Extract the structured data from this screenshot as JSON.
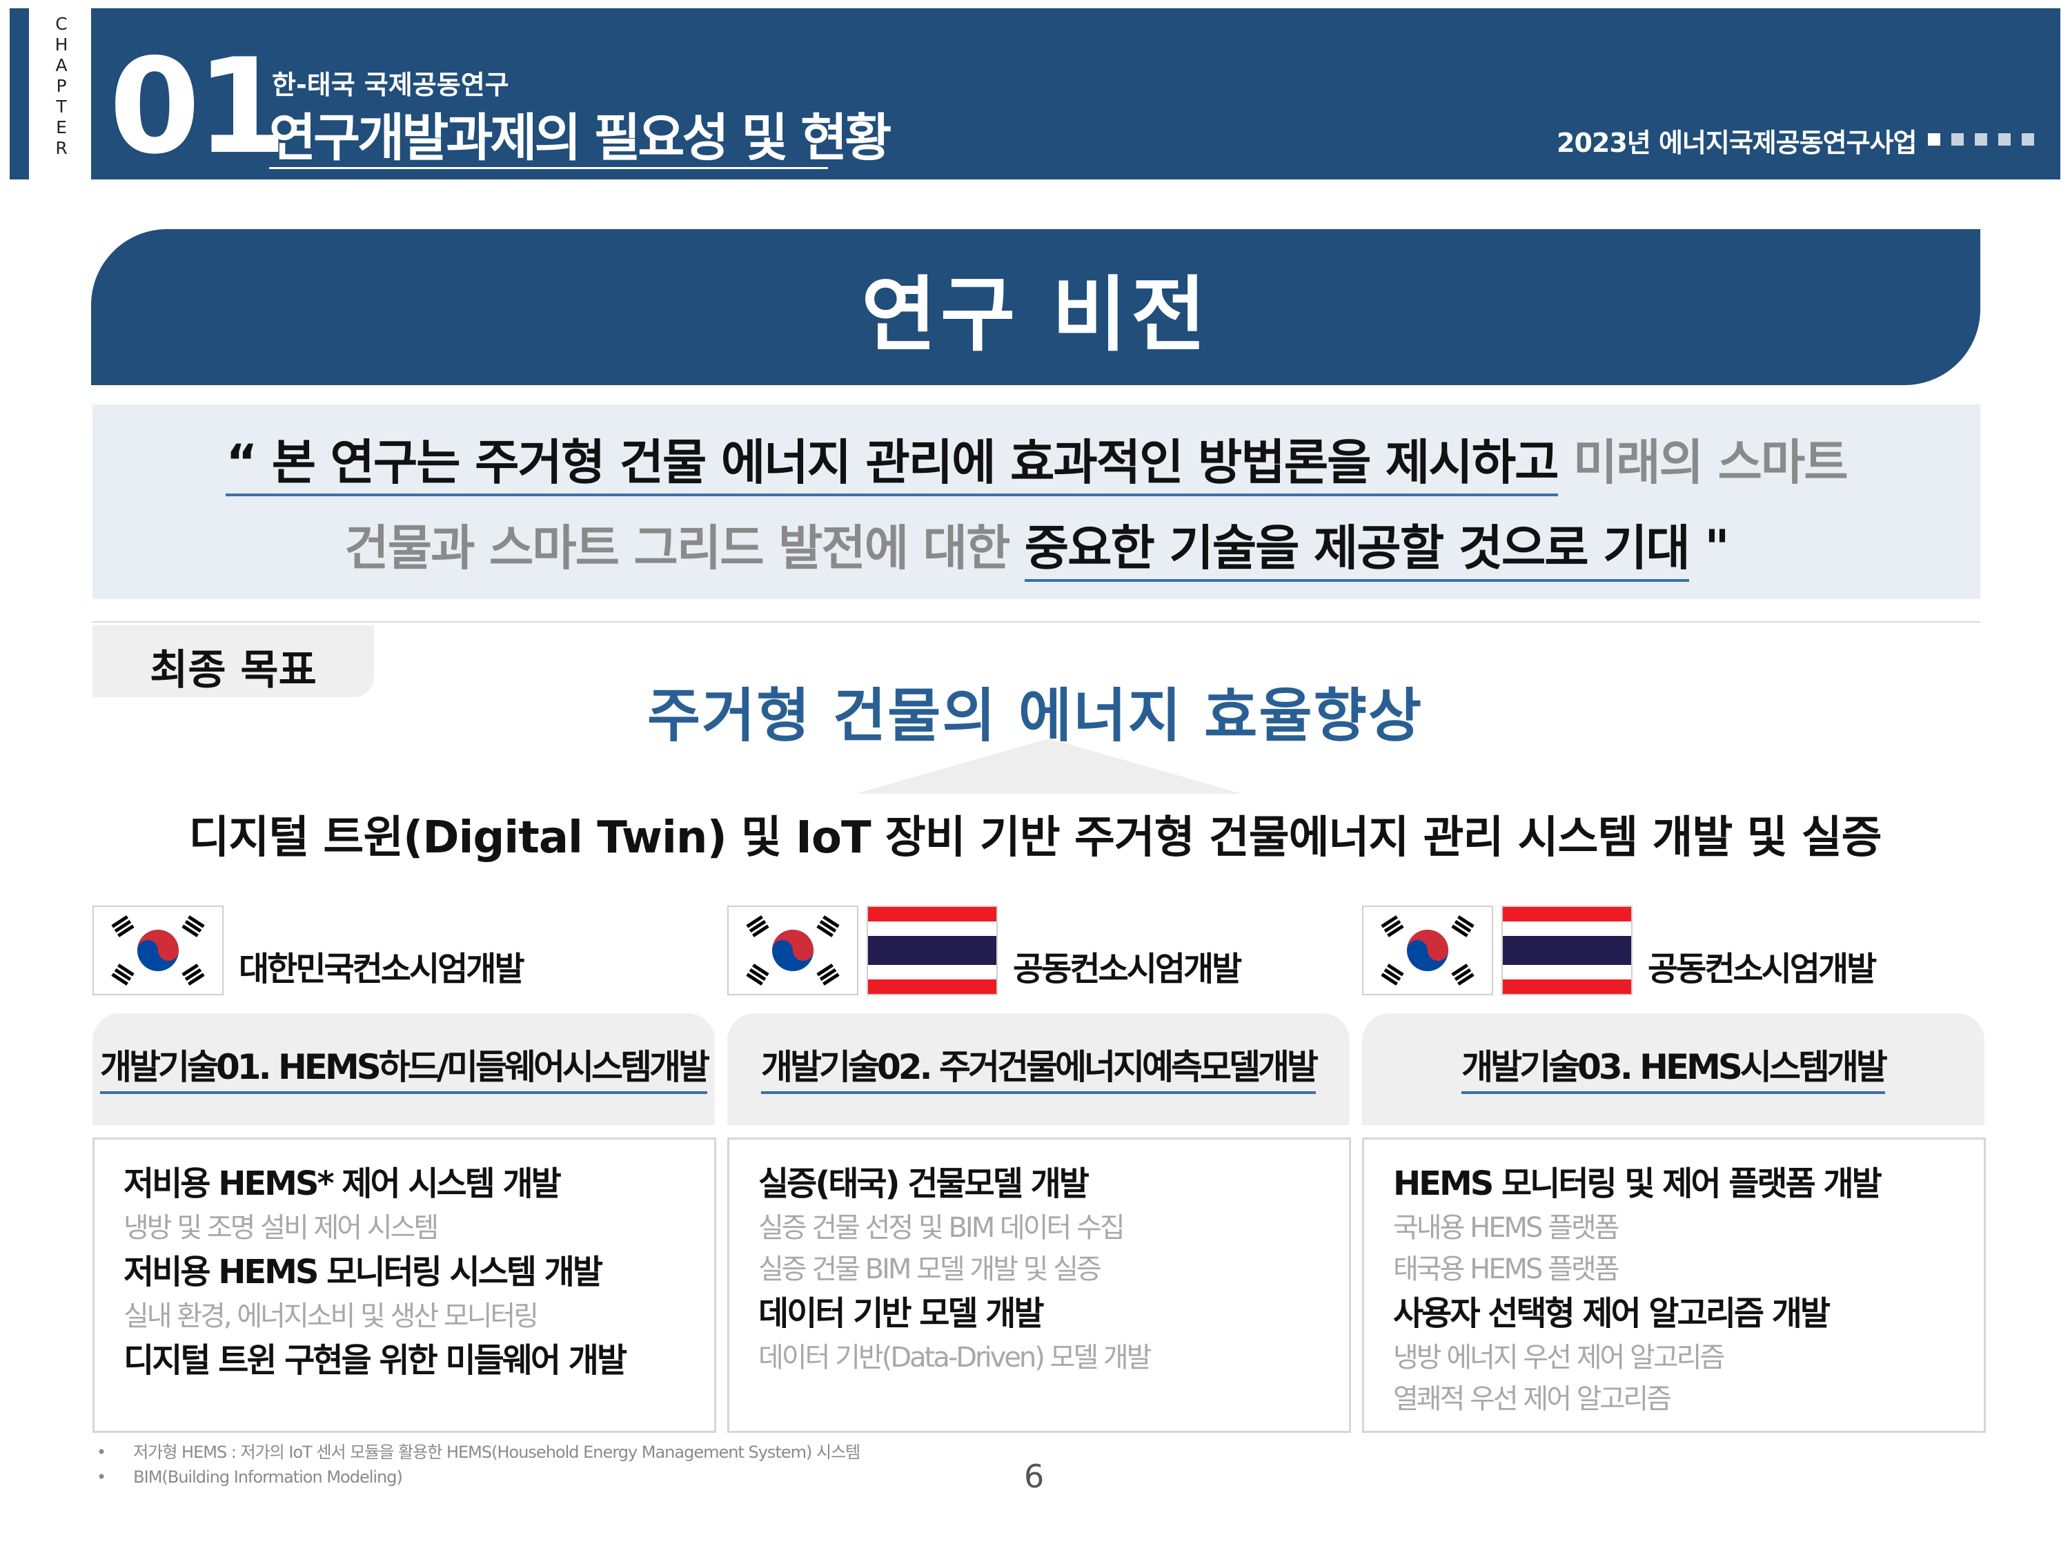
{
  "header": {
    "chapter_letters": [
      "C",
      "H",
      "A",
      "P",
      "T",
      "E",
      "R"
    ],
    "chapter_number": "01",
    "subtitle": "한-태국 국제공동연구",
    "title": "연구개발과제의 필요성 및 현황",
    "program": "2023년 에너지국제공동연구사업",
    "page_dots": 5,
    "active_dot": 1
  },
  "vision": {
    "title": "연구 비전",
    "line1": {
      "part1": "“ 본 연구는 주거형 건물 에너지 관리에 효과적인 방법론을 제시하고",
      "part2": " 미래의 스마트"
    },
    "line2": {
      "part1": "건물과 스마트 그리드 발전에 대한 ",
      "part2": "중요한 기술을 제공할 것으로 기대",
      "part3": " \""
    }
  },
  "goal": {
    "label": "최종 목표",
    "main": "주거형 건물의 에너지 효율향상",
    "sub": "디지털 트윈(Digital Twin) 및 IoT 장비 기반 주거형 건물에너지 관리 시스템 개발 및 실증"
  },
  "columns": [
    {
      "heading": "대한민국컨소시엄개발",
      "flags": [
        "korea"
      ],
      "tech_title": "개발기술01. HEMS하드/미들웨어시스템개발",
      "items": [
        {
          "text": "저비용 HEMS* 제어 시스템 개발",
          "type": "main"
        },
        {
          "text": "냉방 및 조명 설비 제어 시스템",
          "type": "sub"
        },
        {
          "text": "저비용 HEMS 모니터링 시스템 개발",
          "type": "main"
        },
        {
          "text": "실내 환경, 에너지소비 및 생산 모니터링",
          "type": "sub"
        },
        {
          "text": "디지털 트윈 구현을 위한 미들웨어 개발",
          "type": "main"
        }
      ]
    },
    {
      "heading": "공동컨소시엄개발",
      "flags": [
        "korea",
        "thailand"
      ],
      "tech_title": "개발기술02. 주거건물에너지예측모델개발",
      "items": [
        {
          "text": "실증(태국) 건물모델 개발",
          "type": "main"
        },
        {
          "text": "실증 건물 선정 및 BIM 데이터 수집",
          "type": "sub"
        },
        {
          "text": "실증 건물 BIM 모델 개발 및 실증",
          "type": "sub"
        },
        {
          "text": "데이터 기반 모델 개발",
          "type": "main"
        },
        {
          "text": "데이터 기반(Data-Driven) 모델 개발",
          "type": "sub"
        }
      ]
    },
    {
      "heading": "공동컨소시엄개발",
      "flags": [
        "korea",
        "thailand"
      ],
      "tech_title": "개발기술03. HEMS시스템개발",
      "items": [
        {
          "text": "HEMS 모니터링 및 제어 플랫폼 개발",
          "type": "main"
        },
        {
          "text": "국내용 HEMS 플랫폼",
          "type": "sub"
        },
        {
          "text": "태국용 HEMS 플랫폼",
          "type": "sub"
        },
        {
          "text": "사용자 선택형 제어 알고리즘 개발",
          "type": "main"
        },
        {
          "text": "냉방 에너지 우선 제어 알고리즘",
          "type": "sub"
        },
        {
          "text": "열쾌적 우선 제어 알고리즘",
          "type": "sub"
        }
      ]
    }
  ],
  "footnotes": [
    "저가형 HEMS : 저가의 IoT 센서 모듈을 활용한 HEMS(Household Energy Management System) 시스템",
    "BIM(Building Information Modeling)"
  ],
  "footnote_bullet": "•",
  "page_number": "6",
  "colors": {
    "navy": "#214e7a",
    "accent_text": "#2a5f93",
    "underline": "#3d6fa8",
    "statement_bg": "#e9eef5",
    "muted_text": "#8a8a8a",
    "korea_red": "#cd2e3a",
    "korea_blue": "#0047a0",
    "thai_red": "#ed1c24",
    "thai_blue": "#241d4f"
  }
}
